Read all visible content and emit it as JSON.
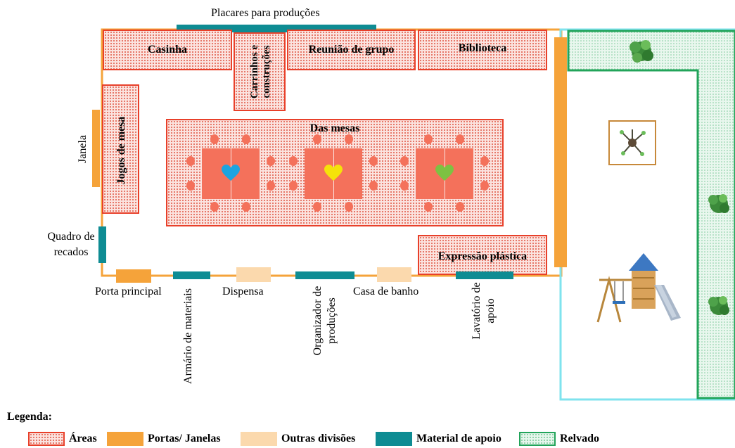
{
  "areas": {
    "casinha": "Casinha",
    "carrinhos": "Carrinhos e construções",
    "reuniao": "Reunião de grupo",
    "biblioteca": "Biblioteca",
    "jogos": "Jogos de mesa",
    "mesas": "Das mesas",
    "expressao": "Expressão plástica"
  },
  "labels": {
    "placares": "Placares para produções",
    "janela": "Janela",
    "quadro": "Quadro de recados",
    "porta_principal": "Porta principal",
    "armario": "Armário de materiais",
    "dispensa": "Dispensa",
    "organizador": "Organizador de produções",
    "casa_banho": "Casa de banho",
    "lavatorio": "Lavatório de apoio"
  },
  "legend": {
    "title": "Legenda:",
    "items": [
      {
        "label": "Áreas",
        "color": "#e8402a"
      },
      {
        "label": "Portas/ Janelas",
        "color": "#f5a33a"
      },
      {
        "label": "Outras divisões",
        "color": "#fbd9ad"
      },
      {
        "label": "Material de apoio",
        "color": "#0e8c93"
      },
      {
        "label": "Relvado",
        "color": "#22a45a"
      }
    ]
  },
  "hearts": [
    {
      "color": "#1ca4e0"
    },
    {
      "color": "#f5e20a"
    },
    {
      "color": "#7dc242"
    }
  ],
  "icons": [
    "tree-icon",
    "sandbox-icon",
    "playground-icon"
  ]
}
